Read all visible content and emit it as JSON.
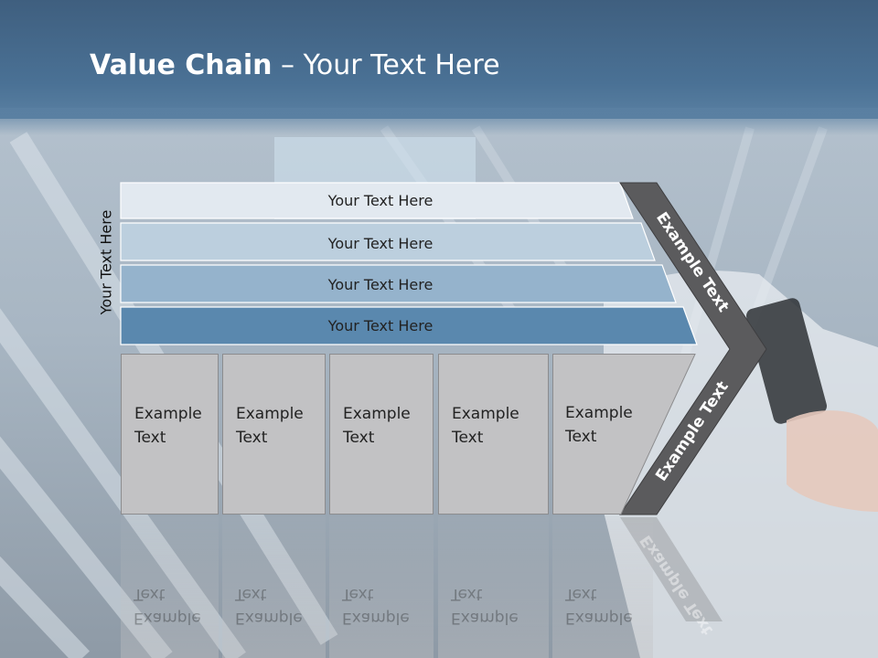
{
  "title": {
    "bold": "Value Chain",
    "rest": " – Your Text Here"
  },
  "side_label": "Your Text Here",
  "bars": [
    {
      "label": "Your Text Here",
      "color": "#e2e9f0"
    },
    {
      "label": "Your Text Here",
      "color": "#bccfde"
    },
    {
      "label": "Your Text Here",
      "color": "#95b3cc"
    },
    {
      "label": "Your Text Here",
      "color": "#5a88ae"
    }
  ],
  "boxes": [
    {
      "label": "Example\nText"
    },
    {
      "label": "Example\nText"
    },
    {
      "label": "Example\nText"
    },
    {
      "label": "Example\nText"
    },
    {
      "label": "Example\nText"
    }
  ],
  "arrow": {
    "upper_label": "Example Text",
    "lower_label": "Example Text",
    "color": "#5b5b5d"
  }
}
